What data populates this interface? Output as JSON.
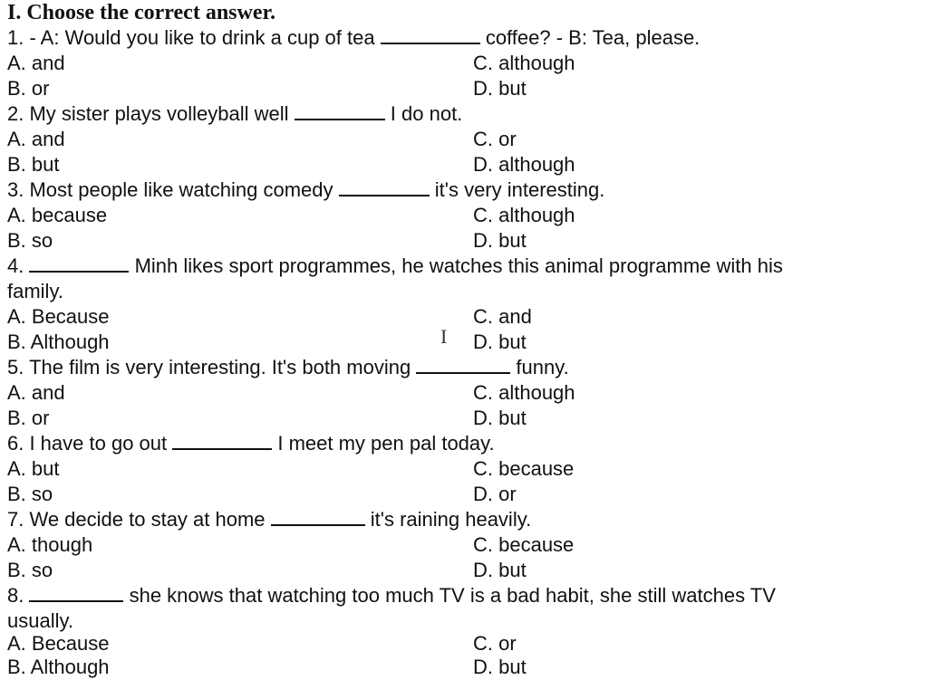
{
  "heading": "I. Choose the correct answer.",
  "questions": [
    {
      "pre": "1. - A: Would you like to drink a cup of tea ",
      "post": " coffee? - B: Tea, please.",
      "wrap": "",
      "options": [
        "A. and",
        "B. or",
        "C. although",
        "D. but"
      ]
    },
    {
      "pre": "2. My sister plays volleyball well ",
      "post": " I do not.",
      "wrap": "",
      "options": [
        "A. and",
        "B. but",
        "C. or",
        "D. although"
      ]
    },
    {
      "pre": "3. Most people like watching comedy ",
      "post": " it's very interesting.",
      "wrap": "",
      "options": [
        "A. because",
        "B. so",
        "C. although",
        "D. but"
      ]
    },
    {
      "pre": "4. ",
      "post": " Minh likes sport programmes, he watches this animal programme with his",
      "wrap": "family.",
      "options": [
        "A. Because",
        "B. Although",
        "C. and",
        "D. but"
      ]
    },
    {
      "pre": "5. The film is very interesting. It's both moving ",
      "post": " funny.",
      "wrap": "",
      "options": [
        "A. and",
        "B. or",
        "C. although",
        "D. but"
      ]
    },
    {
      "pre": "6. I have to go out ",
      "post": " I meet my pen pal today.",
      "wrap": "",
      "options": [
        "A. but",
        "B. so",
        "C. because",
        "D. or"
      ]
    },
    {
      "pre": "7. We decide to stay at home ",
      "post": " it's raining heavily.",
      "wrap": "",
      "options": [
        "A. though",
        "B. so",
        "C. because",
        "D. but"
      ]
    },
    {
      "pre": "8. ",
      "post": " she knows that watching too much TV is a bad habit, she still watches TV",
      "wrap": "usually.",
      "options": [
        "A. Because",
        "B. Although",
        "C. or",
        "D. but"
      ]
    }
  ]
}
